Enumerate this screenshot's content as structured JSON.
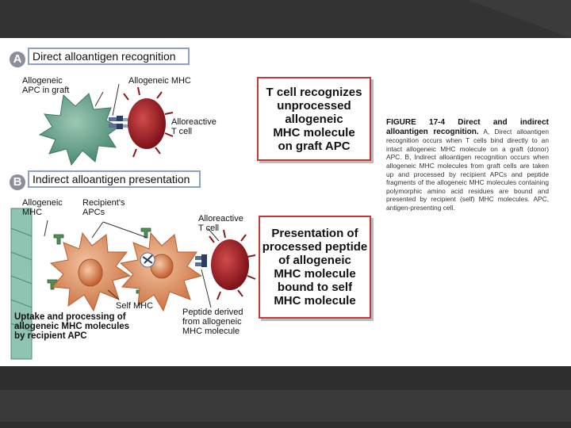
{
  "panel_a": {
    "letter": "A",
    "title": "Direct alloantigen recognition",
    "labels": {
      "apc": "Allogeneic\nAPC in graft",
      "mhc": "Allogeneic MHC",
      "tcell": "Alloreactive\nT cell"
    },
    "callout": "T cell recognizes\nunprocessed\nallogeneic\nMHC molecule\non graft APC"
  },
  "panel_b": {
    "letter": "B",
    "title": "Indirect alloantigen presentation",
    "labels": {
      "mhc": "Allogeneic\nMHC",
      "apcs": "Recipient's\nAPCs",
      "tcell": "Alloreactive\nT cell",
      "self_mhc": "Self MHC",
      "uptake": "Uptake and processing of\nallogeneic MHC molecules\nby recipient APC",
      "peptide": "Peptide derived\nfrom allogeneic\nMHC molecule"
    },
    "callout": "Presentation of\nprocessed peptide\nof allogeneic\nMHC molecule\nbound to self\nMHC molecule"
  },
  "caption": {
    "figure": "FIGURE 17-4 Direct and indirect alloantigen recognition.",
    "text": "A, Direct alloantigen recognition occurs when T cells bind directly to an intact allogeneic MHC molecule on a graft (donor) APC. B, Indirect alloantigen recognition occurs when allogeneic MHC molecules from graft cells are taken up and processed by recipient APCs and peptide fragments of the allogeneic MHC molecules containing polymorphic amino acid residues are bound and presented by recipient (self) MHC molecules. APC, antigen-presenting cell."
  },
  "colors": {
    "graft_apc": "#5f9e86",
    "recipient_apc": "#d98a5a",
    "tcell": "#a3202a",
    "title_border": "#8fa0c8",
    "callout_border": "#c23a3a"
  }
}
